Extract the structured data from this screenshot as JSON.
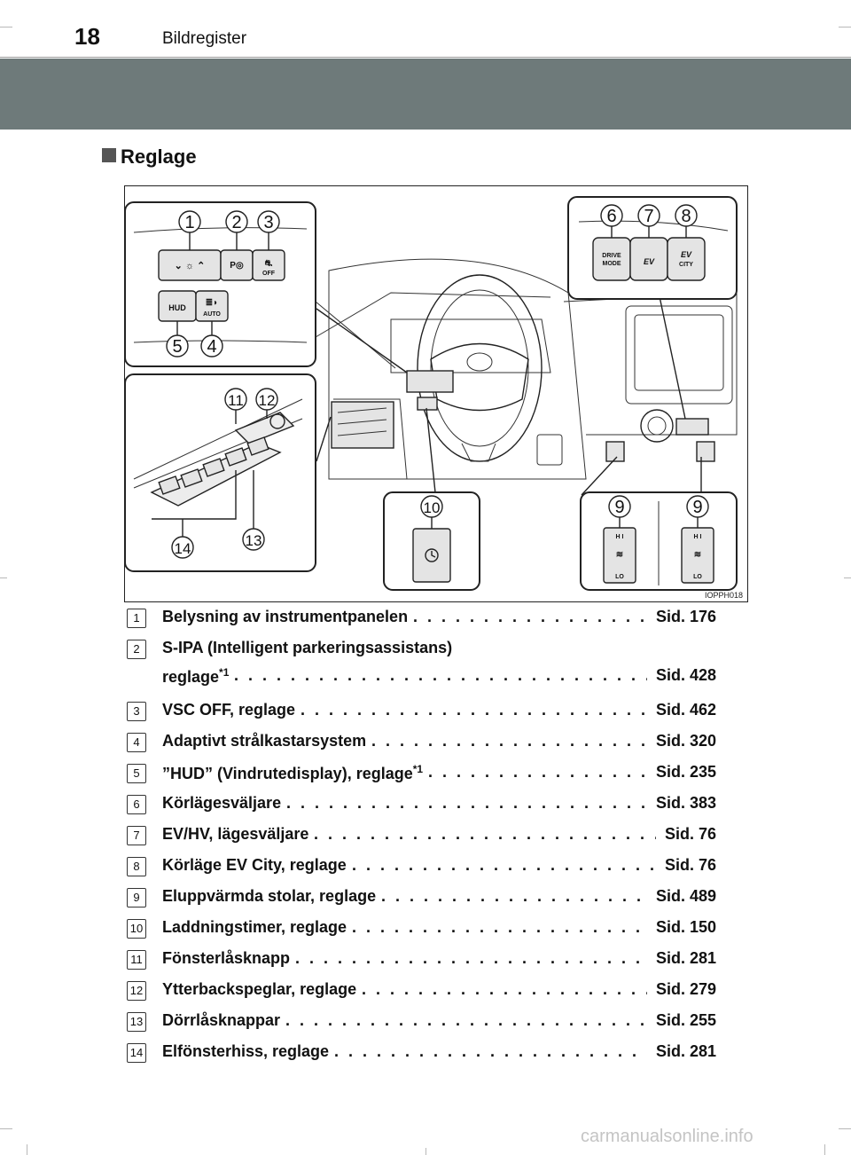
{
  "header": {
    "page_number": "18",
    "title": "Bildregister"
  },
  "section": {
    "title": "Reglage"
  },
  "figure": {
    "code": "IOPPH018",
    "callouts": [
      "1",
      "2",
      "3",
      "4",
      "5",
      "6",
      "7",
      "8",
      "9",
      "10",
      "11",
      "12",
      "13",
      "14"
    ],
    "labels": {
      "drive_mode": [
        "DRIVE",
        "MODE"
      ],
      "ev": "EV",
      "city": "CITY",
      "hud": "HUD",
      "auto": "AUTO",
      "off": "OFF",
      "hi": "H I",
      "lo": "LO"
    }
  },
  "items": [
    {
      "num": "1",
      "label": "Belysning av instrumentpanelen",
      "ref": "Sid. 176"
    },
    {
      "num": "2",
      "label_line1": "S-IPA (Intelligent parkeringsassistans)",
      "label": "reglage",
      "sup": "*1",
      "ref": "Sid. 428"
    },
    {
      "num": "3",
      "label": "VSC OFF, reglage",
      "ref": "Sid. 462"
    },
    {
      "num": "4",
      "label": "Adaptivt strålkastarsystem",
      "ref": "Sid. 320"
    },
    {
      "num": "5",
      "label": "”HUD” (Vindrutedisplay), reglage",
      "sup": "*1",
      "ref": "Sid. 235"
    },
    {
      "num": "6",
      "label": "Körlägesväljare",
      "ref": "Sid. 383"
    },
    {
      "num": "7",
      "label": "EV/HV, lägesväljare",
      "ref": "Sid. 76"
    },
    {
      "num": "8",
      "label": "Körläge EV City, reglage",
      "ref": "Sid. 76"
    },
    {
      "num": "9",
      "label": "Eluppvärmda stolar, reglage",
      "ref": "Sid. 489"
    },
    {
      "num": "10",
      "label": "Laddningstimer, reglage",
      "ref": "Sid. 150"
    },
    {
      "num": "11",
      "label": "Fönsterlåsknapp",
      "ref": "Sid. 281"
    },
    {
      "num": "12",
      "label": "Ytterbackspeglar, reglage",
      "ref": "Sid. 279"
    },
    {
      "num": "13",
      "label": "Dörrlåsknappar",
      "ref": "Sid. 255"
    },
    {
      "num": "14",
      "label": "Elfönsterhiss, reglage",
      "ref": "Sid. 281"
    }
  ],
  "watermark": "carmanualsonline.info"
}
